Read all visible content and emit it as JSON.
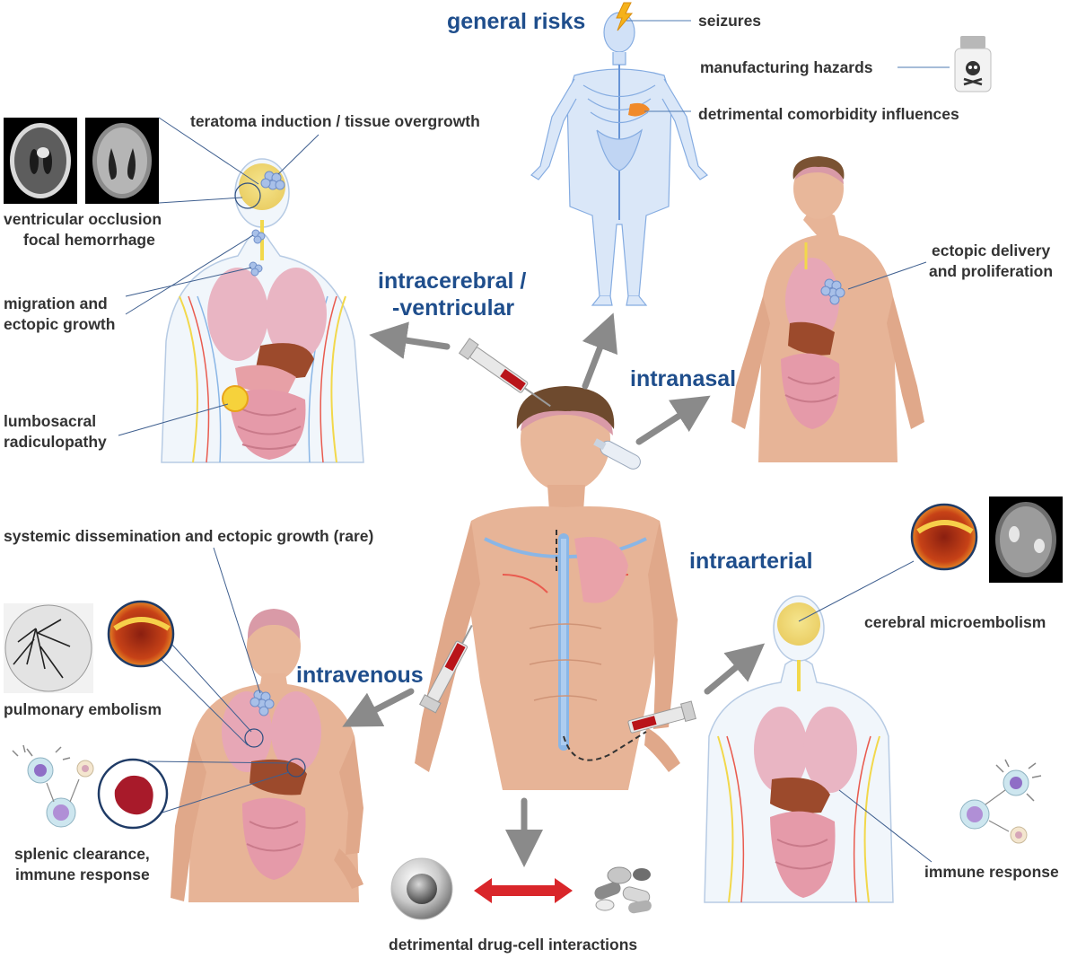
{
  "general_risks": {
    "title": "general risks",
    "items": [
      "seizures",
      "manufacturing hazards",
      "detrimental comorbidity influences"
    ]
  },
  "intracerebral": {
    "title_line1": "intracerebral /",
    "title_line2": "-ventricular",
    "risks": {
      "teratoma": "teratoma induction / tissue overgrowth",
      "occlusion": "ventricular occlusion",
      "hemorrhage": "focal hemorrhage",
      "migration_line1": "migration and",
      "migration_line2": "ectopic growth",
      "lumbosacral_line1": "lumbosacral",
      "lumbosacral_line2": "radiculopathy"
    }
  },
  "intranasal": {
    "title": "intranasal",
    "risk_line1": "ectopic delivery",
    "risk_line2": "and proliferation"
  },
  "intravenous": {
    "title": "intravenous",
    "systemic": "systemic dissemination and ectopic growth (rare)",
    "pulmonary": "pulmonary embolism",
    "splenic_line1": "splenic clearance,",
    "splenic_line2": "immune response"
  },
  "intraarterial": {
    "title": "intraarterial",
    "microembolism": "cerebral microembolism",
    "immune": "immune response"
  },
  "interactions": {
    "label": "detrimental drug-cell interactions"
  },
  "colors": {
    "route_blue": "#1f4e8c",
    "label_gray": "#333333",
    "arrow_gray": "#8a8a8a",
    "arrow_red": "#d9262a",
    "skin": "#e7b497",
    "organ_pink": "#e9a9b8",
    "liver": "#9c4a2c",
    "nerve_yellow": "#f2d84b",
    "vessel_blue": "#8ab6e6"
  }
}
